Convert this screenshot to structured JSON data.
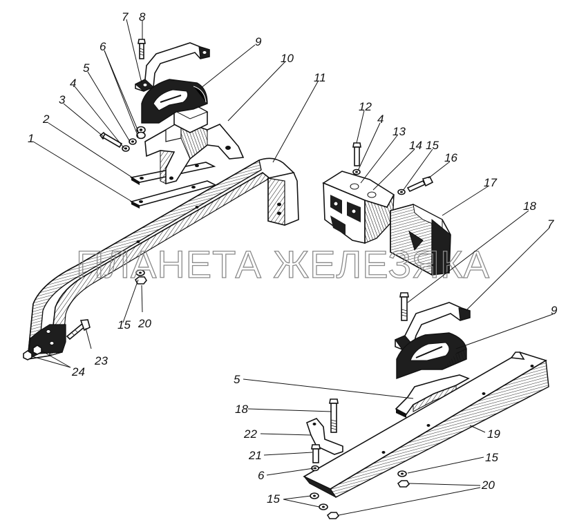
{
  "watermark": "ПЛАНЕТА ЖЕЛЕЗЯКА",
  "callouts": [
    "1",
    "2",
    "3",
    "4",
    "5",
    "6",
    "7",
    "8",
    "9",
    "10",
    "11",
    "12",
    "4",
    "13",
    "14",
    "15",
    "16",
    "17",
    "18",
    "7",
    "9",
    "5",
    "18",
    "22",
    "21",
    "6",
    "19",
    "15",
    "20",
    "15",
    "20",
    "23",
    "24"
  ]
}
